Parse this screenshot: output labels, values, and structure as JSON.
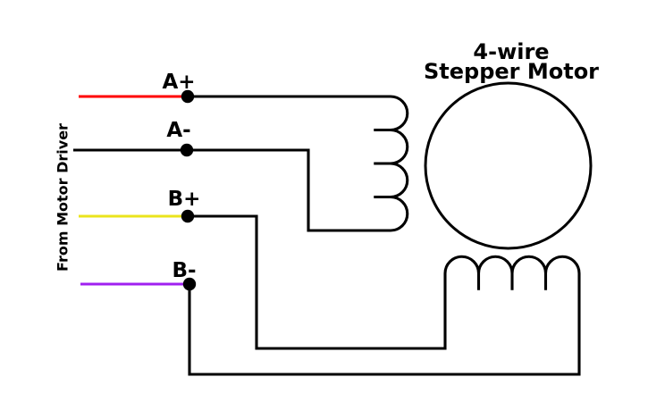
{
  "diagram": {
    "title_line1": "4-wire",
    "title_line2": "Stepper Motor",
    "source_label": "From Motor Driver",
    "wires": [
      {
        "label": "A+",
        "color": "#ff0000"
      },
      {
        "label": "A-",
        "color": "#000000"
      },
      {
        "label": "B+",
        "color": "#ebe41c"
      },
      {
        "label": "B-",
        "color": "#a020f0"
      }
    ],
    "line_color": "#000000",
    "background_color": "#ffffff"
  }
}
